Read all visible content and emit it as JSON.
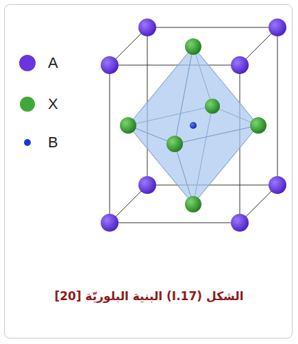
{
  "diagram": {
    "caption": "الشكل (17.I) البنية البلوريّة [20]",
    "legend": [
      {
        "text": "A",
        "color": "#6a35e0"
      },
      {
        "text": "X",
        "color": "#3fa83a"
      },
      {
        "text": "B",
        "color": "#1a35d8"
      }
    ]
  }
}
